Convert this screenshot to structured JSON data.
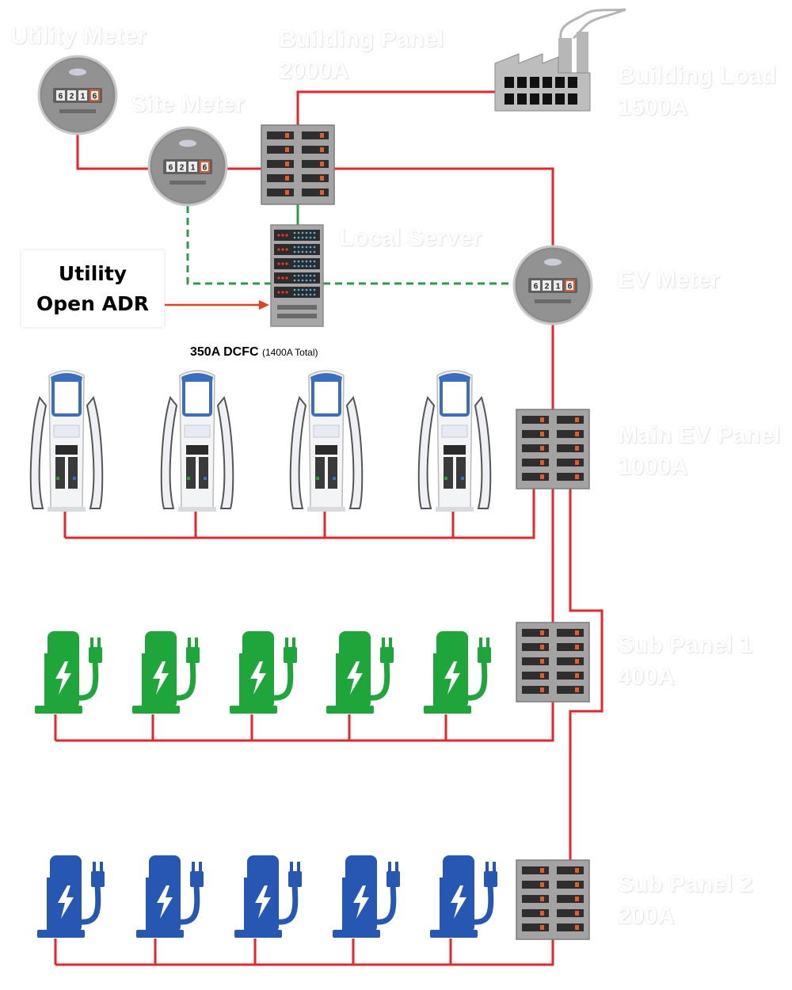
{
  "labels": {
    "utility_meter": "Utility Meter",
    "site_meter": "Site Meter",
    "building_panel": [
      "Building Panel",
      "2000A"
    ],
    "building_load": [
      "Building Load",
      "1500A"
    ],
    "local_server": "Local Server",
    "ev_meter": "EV Meter",
    "main_ev_panel": [
      "Main EV Panel",
      "1000A"
    ],
    "sub_panel_1": [
      "Sub Panel 1",
      "400A"
    ],
    "sub_panel_2": [
      "Sub Panel 2",
      "200A"
    ]
  },
  "openadr_box": {
    "line1": "Utility",
    "line2": "Open ADR"
  },
  "dcfc_caption": {
    "main": "350A DCFC",
    "note": "(1400A Total)"
  },
  "meter_digits": [
    "6",
    "2",
    "1",
    "6"
  ],
  "dcfc_charger_count": 4,
  "green_charger_count": 5,
  "blue_charger_count": 5,
  "colors": {
    "power_line": "#e8242b",
    "data_line": "#2a9c48",
    "adr_arrow": "#e8401f",
    "green_charger": "#1fa63a",
    "blue_charger": "#2557b3",
    "panel_gray": "#9b9b9b",
    "meter_gray": "#8f8f8f"
  }
}
